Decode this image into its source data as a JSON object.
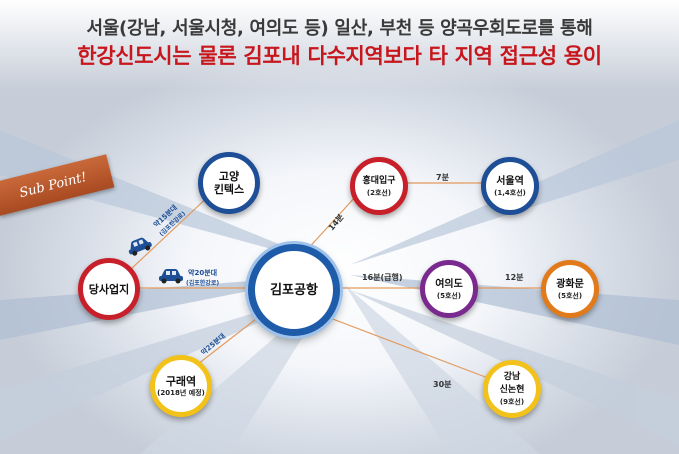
{
  "header": {
    "line1": "서울(강남, 서울시청, 여의도 등) 일산, 부천 등 양곡우회도로를 통해",
    "line2": "한강신도시는 물론 김포내 다수지역보다 타 지역 접근성 용이"
  },
  "banner": {
    "text": "Sub Point!"
  },
  "nodes": {
    "site": {
      "name": "당사업지"
    },
    "goyang": {
      "name": "고양",
      "sub": "킨텍스"
    },
    "guraeyeok": {
      "name": "구래역",
      "sub": "(2018년 예정)"
    },
    "gimpo_airport": {
      "name": "김포공항"
    },
    "hongik": {
      "name": "홍대입구",
      "sub": "(2호선)"
    },
    "seoul_station": {
      "name": "서울역",
      "sub": "(1,4호선)"
    },
    "yeouido": {
      "name": "여의도",
      "sub": "(5호선)"
    },
    "gwanghwamun": {
      "name": "광화문",
      "sub": "(5호선)"
    },
    "gangnam": {
      "name": "강남",
      "name2": "신논현",
      "sub": "(9호선)"
    }
  },
  "edges": {
    "site_goyang": {
      "time": "약15분대",
      "route": "(김포한강로)"
    },
    "site_airport": {
      "time": "약20분대",
      "route": "(김포한강로)"
    },
    "airport_gurae": {
      "time": "약25분대"
    },
    "airport_hongik": {
      "time": "14분"
    },
    "hongik_seoul": {
      "time": "7분"
    },
    "airport_yeouido": {
      "time": "16분(급행)"
    },
    "yeouido_gwanghwamun": {
      "time": "12분"
    },
    "airport_gangnam": {
      "time": "30분"
    }
  },
  "colors": {
    "title_red": "#c8161d",
    "ring_blue": "#1e4e96",
    "ring_red": "#c8202a",
    "ring_purple": "#7a2a8f",
    "ring_orange": "#e07a1a",
    "ring_yellow": "#f2c21a",
    "line_orange": "#e39a5c"
  },
  "icons": [
    "car-icon"
  ]
}
